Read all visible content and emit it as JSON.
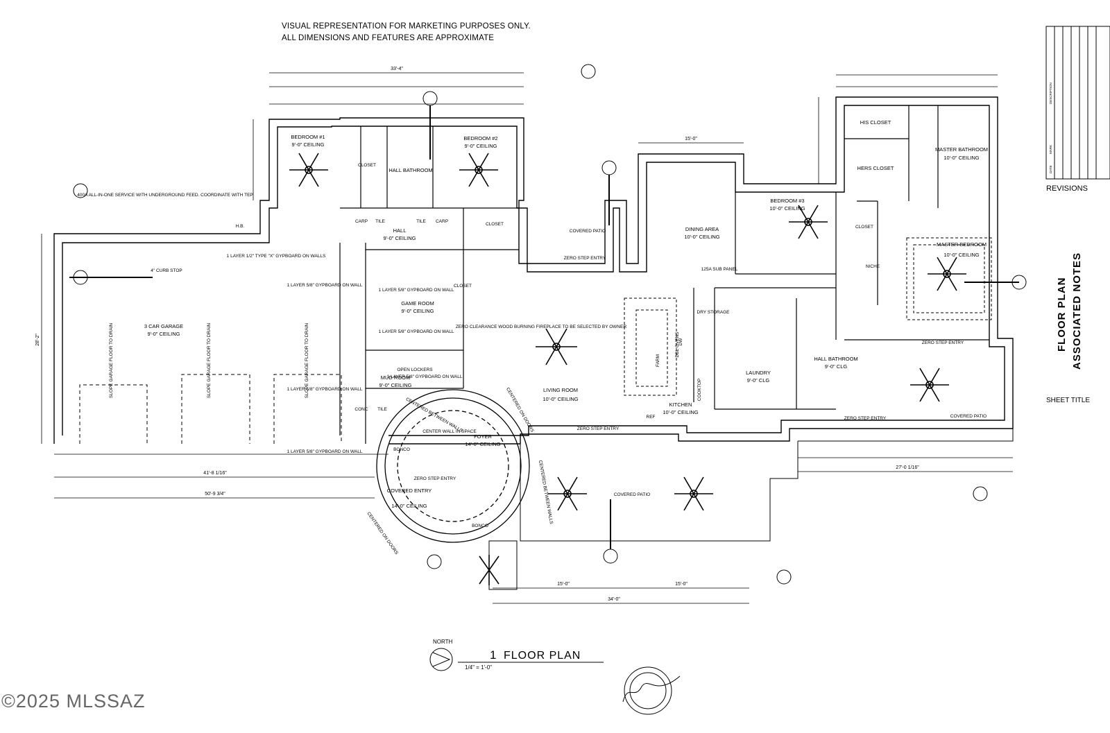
{
  "disclaimer": {
    "line1": "VISUAL REPRESENTATION FOR MARKETING PURPOSES ONLY.",
    "line2": "ALL DIMENSIONS AND FEATURES ARE APPROXIMATE"
  },
  "title_block": {
    "revisions": "REVISIONS",
    "sheet_title_line1": "FLOOR PLAN",
    "sheet_title_line2": "ASSOCIATED NOTES",
    "sheet_title": "SHEET TITLE",
    "columns": [
      "DESCRIPTION",
      "MARK",
      "DATE"
    ]
  },
  "drawing_title": {
    "number": "1",
    "title": "FLOOR PLAN",
    "scale": "1/4\" = 1'-0\"",
    "north": "NORTH"
  },
  "rooms": [
    {
      "name": "BEDROOM #1",
      "ceiling": "9'-0\" CEILING"
    },
    {
      "name": "BEDROOM #2",
      "ceiling": "9'-0\" CEILING"
    },
    {
      "name": "HALL BATHROOM",
      "ceiling": ""
    },
    {
      "name": "HALL",
      "ceiling": "9'-0\" CEILING"
    },
    {
      "name": "3 CAR GARAGE",
      "ceiling": "9'-0\" CEILING"
    },
    {
      "name": "GAME ROOM",
      "ceiling": "9'-0\" CEILING"
    },
    {
      "name": "MUD ROOM",
      "ceiling": "9'-0\" CEILING"
    },
    {
      "name": "FOYER",
      "ceiling": "14'-0\" CEILING"
    },
    {
      "name": "COVERED ENTRY",
      "ceiling": "14'-0\" CEILING"
    },
    {
      "name": "LIVING ROOM",
      "ceiling": "10'-0\" CEILING"
    },
    {
      "name": "DINING AREA",
      "ceiling": "10'-0\" CEILING"
    },
    {
      "name": "KITCHEN",
      "ceiling": "10'-0\" CEILING"
    },
    {
      "name": "LAUNDRY",
      "ceiling": "9'-0\" CLG"
    },
    {
      "name": "BEDROOM #3",
      "ceiling": "10'-0\" CEILING"
    },
    {
      "name": "MASTER BEDROOM",
      "ceiling": "10'-0\" CEILING"
    },
    {
      "name": "MASTER BATHROOM",
      "ceiling": "10'-0\" CEILING"
    },
    {
      "name": "HIS CLOSET",
      "ceiling": ""
    },
    {
      "name": "HERS CLOSET",
      "ceiling": ""
    },
    {
      "name": "HALL BATHROOM",
      "ceiling": "9'-0\" CLG"
    }
  ],
  "notes": [
    "400A ALL-IN-ONE SERVICE WITH UNDERGROUND FEED. COORDINATE WITH TEP",
    "1 LAYER 1/2\" TYPE \"X\" GYPBOARD ON WALLS",
    "1 LAYER 5/8\" GYPBOARD ON WALL",
    "ZERO CLEARANCE WOOD BURNING FIREPLACE TO BE SELECTED BY OWNER",
    "SLOPE GARAGE FLOOR TO DRAIN",
    "4\" CURB STOP",
    "125A SUB PANEL",
    "OPEN LOCKERS",
    "ZERO STEP ENTRY",
    "COVERED PATIO",
    "CENTERED BETWEEN WALLS",
    "CENTERED ON DOORS",
    "CENTER WALL IN SPACE",
    "BONCO",
    "CLOSET",
    "DRY STORAGE",
    "NICHE",
    "CARP",
    "TILE",
    "CONC",
    "REF",
    "COOKTOP",
    "DBL OVENS",
    "FARM",
    "DW",
    "H.B."
  ],
  "dimensions": {
    "top_overall": "33'-4\"",
    "garage_total": "41'-8 1/16\"",
    "overall_width": "50'-9 3/4\"",
    "patio_total": "34'-0\"",
    "right_total": "27'-0 1/16\"",
    "garage_depth": "28'-2\"",
    "dining_width": "15'-0\"",
    "patio_a": "15'-0\"",
    "patio_b": "15'-0\""
  },
  "watermark": "©2025 MLSSAZ"
}
